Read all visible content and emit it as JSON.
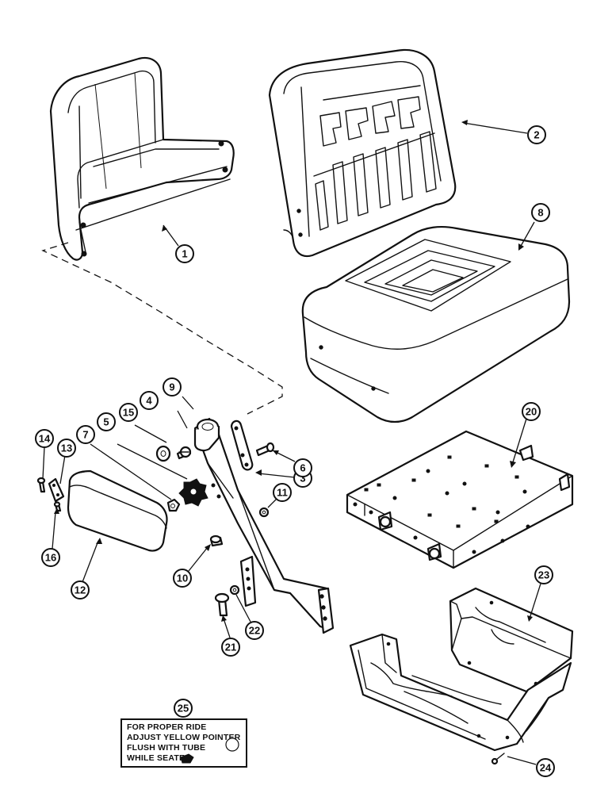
{
  "callouts": [
    "1",
    "2",
    "3",
    "4",
    "5",
    "6",
    "7",
    "8",
    "9",
    "10",
    "11",
    "12",
    "13",
    "14",
    "15",
    "16",
    "20",
    "21",
    "22",
    "23",
    "24",
    "25"
  ],
  "decal": {
    "lines": [
      "FOR PROPER RIDE",
      "ADJUST YELLOW POINTER",
      "FLUSH WITH TUBE",
      "WHILE SEATED"
    ]
  },
  "colors": {
    "ink": "#111111",
    "paper": "#ffffff"
  }
}
